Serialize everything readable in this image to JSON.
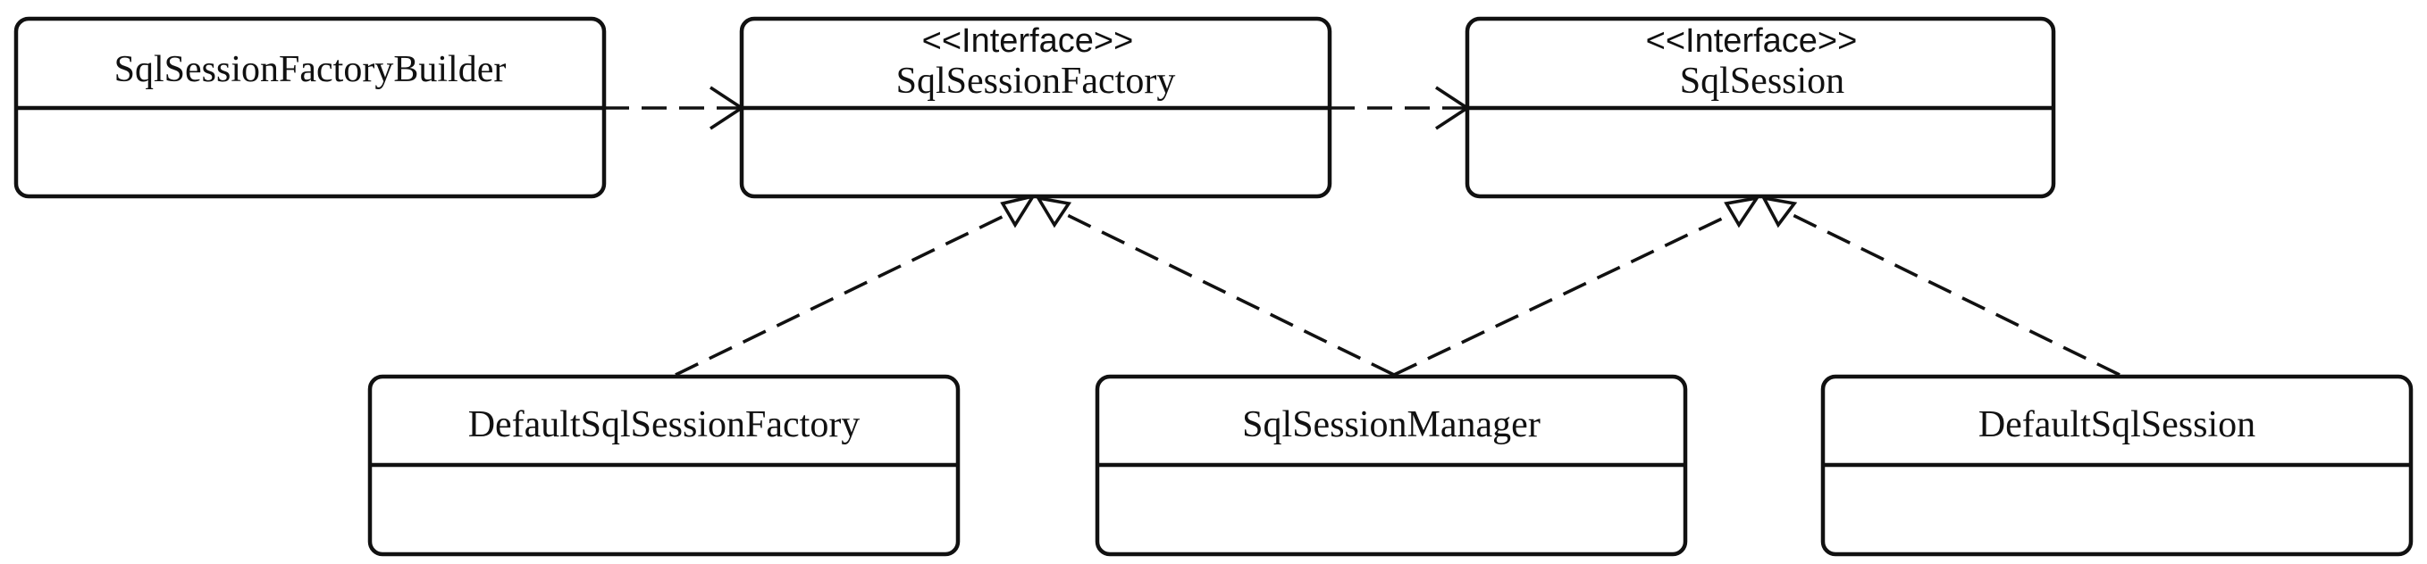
{
  "diagram": {
    "classes": [
      {
        "id": "builder",
        "name": "SqlSessionFactoryBuilder",
        "stereotype": ""
      },
      {
        "id": "factory",
        "name": "SqlSessionFactory",
        "stereotype": "<<Interface>>"
      },
      {
        "id": "session",
        "name": "SqlSession",
        "stereotype": "<<Interface>>"
      },
      {
        "id": "default_factory",
        "name": "DefaultSqlSessionFactory",
        "stereotype": ""
      },
      {
        "id": "manager",
        "name": "SqlSessionManager",
        "stereotype": ""
      },
      {
        "id": "default_session",
        "name": "DefaultSqlSession",
        "stereotype": ""
      }
    ],
    "relations": [
      {
        "type": "dependency",
        "from": "SqlSessionFactoryBuilder",
        "to": "SqlSessionFactory"
      },
      {
        "type": "dependency",
        "from": "SqlSessionFactory",
        "to": "SqlSession"
      },
      {
        "type": "realization",
        "from": "DefaultSqlSessionFactory",
        "to": "SqlSessionFactory"
      },
      {
        "type": "realization",
        "from": "SqlSessionManager",
        "to": "SqlSessionFactory"
      },
      {
        "type": "realization",
        "from": "SqlSessionManager",
        "to": "SqlSession"
      },
      {
        "type": "realization",
        "from": "DefaultSqlSession",
        "to": "SqlSession"
      }
    ]
  }
}
